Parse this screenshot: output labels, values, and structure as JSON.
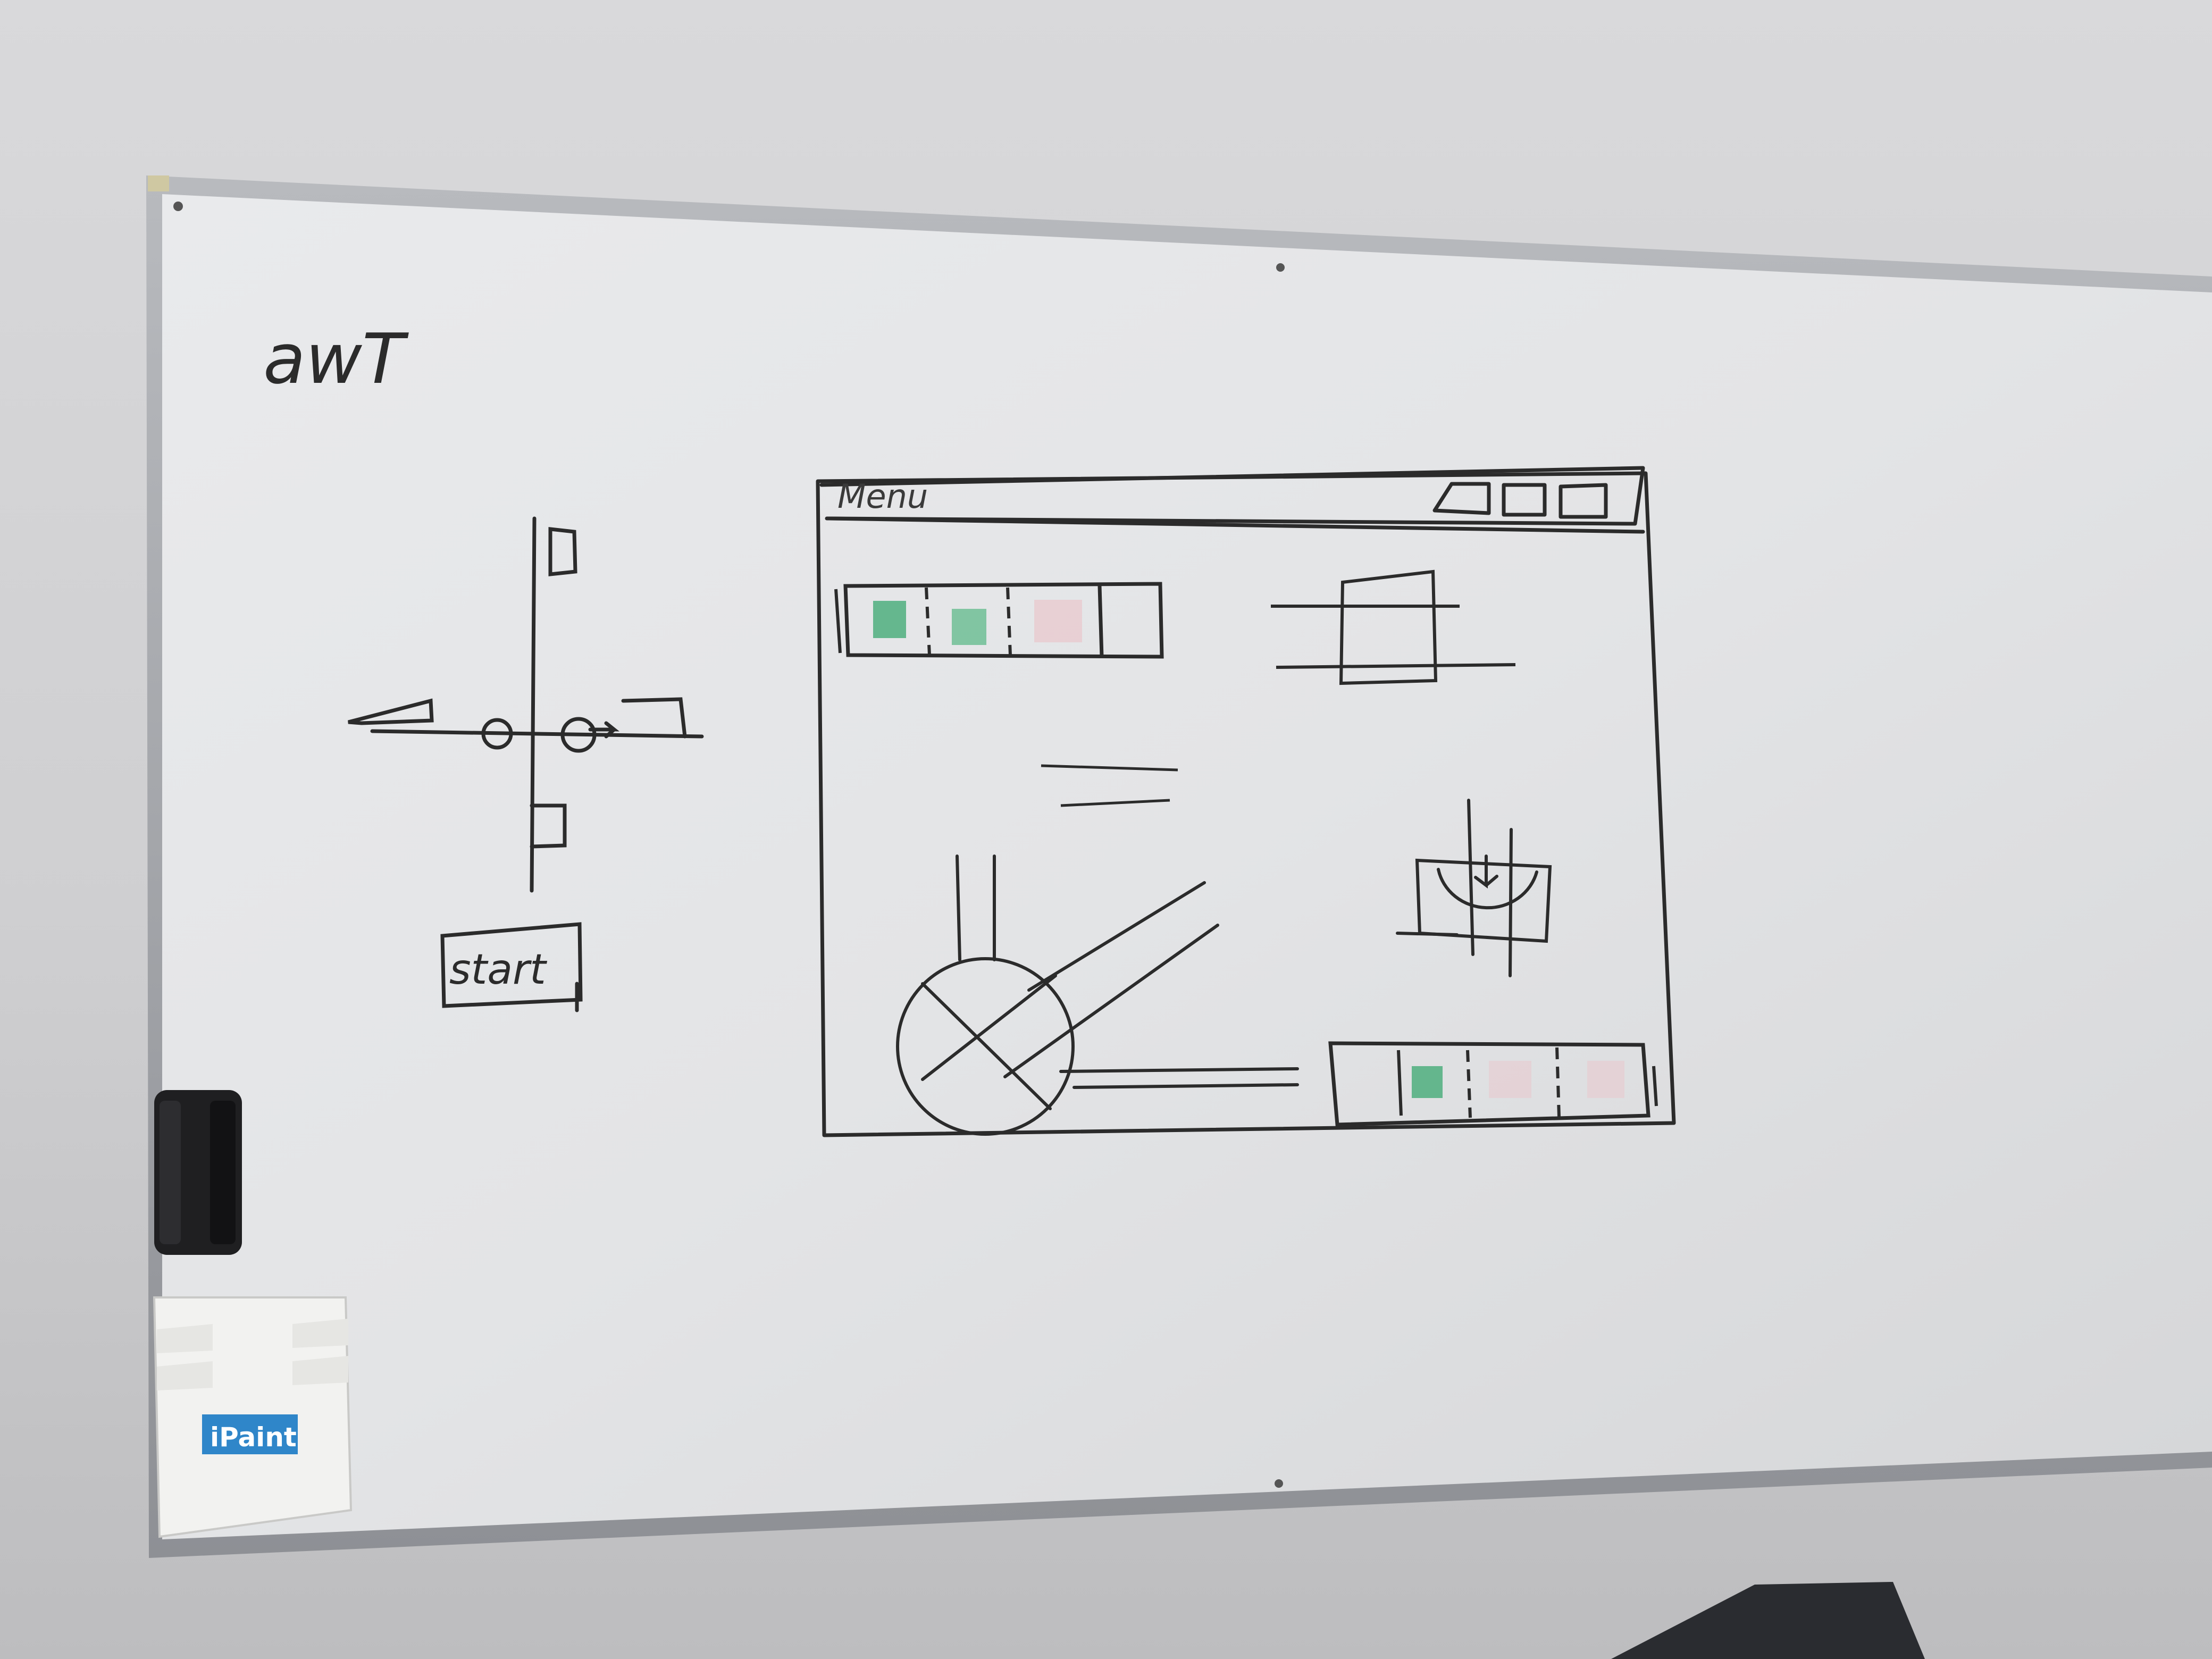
{
  "whiteboard": {
    "heading": "awT",
    "start_button_label": "start",
    "sketch_window_title": "Menu"
  },
  "eraser_tray": {
    "brand_label": "iPaint"
  },
  "colors": {
    "wall": "#d4d4d6",
    "board_surface": "#e4e5e7",
    "frame": "#9c9ea3",
    "marker_black": "#2b2b2b",
    "marker_green": "#4fae7e",
    "marker_pink": "#e9c6cc",
    "tray_label_blue": "#2f86c9"
  }
}
